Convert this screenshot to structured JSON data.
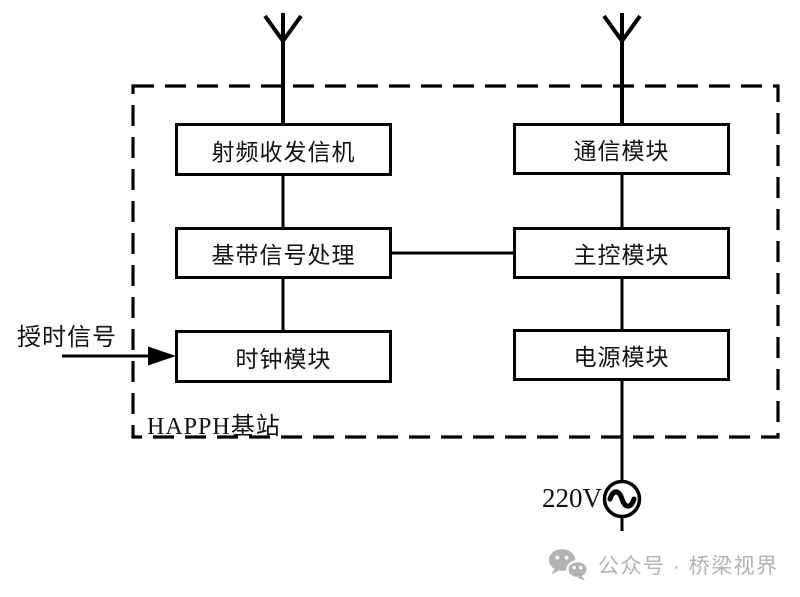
{
  "diagram": {
    "boundary_label": "HAPPH基站",
    "boxes": {
      "rf": "射频收发信机",
      "comm": "通信模块",
      "baseband": "基带信号处理",
      "main": "主控模块",
      "clock": "时钟模块",
      "power": "电源模块"
    },
    "timing_input_label": "授时信号",
    "mains_label": "220V",
    "icons": {
      "antenna_left": "antenna-icon",
      "antenna_right": "antenna-icon",
      "ac_source": "ac-source-icon",
      "arrow": "arrow-right-icon"
    }
  },
  "watermark": {
    "text": "公众号 · 桥梁视界",
    "icon": "wechat-icon"
  },
  "colors": {
    "line": "#000000",
    "background": "#ffffff",
    "watermark": "#b2b2b2"
  }
}
